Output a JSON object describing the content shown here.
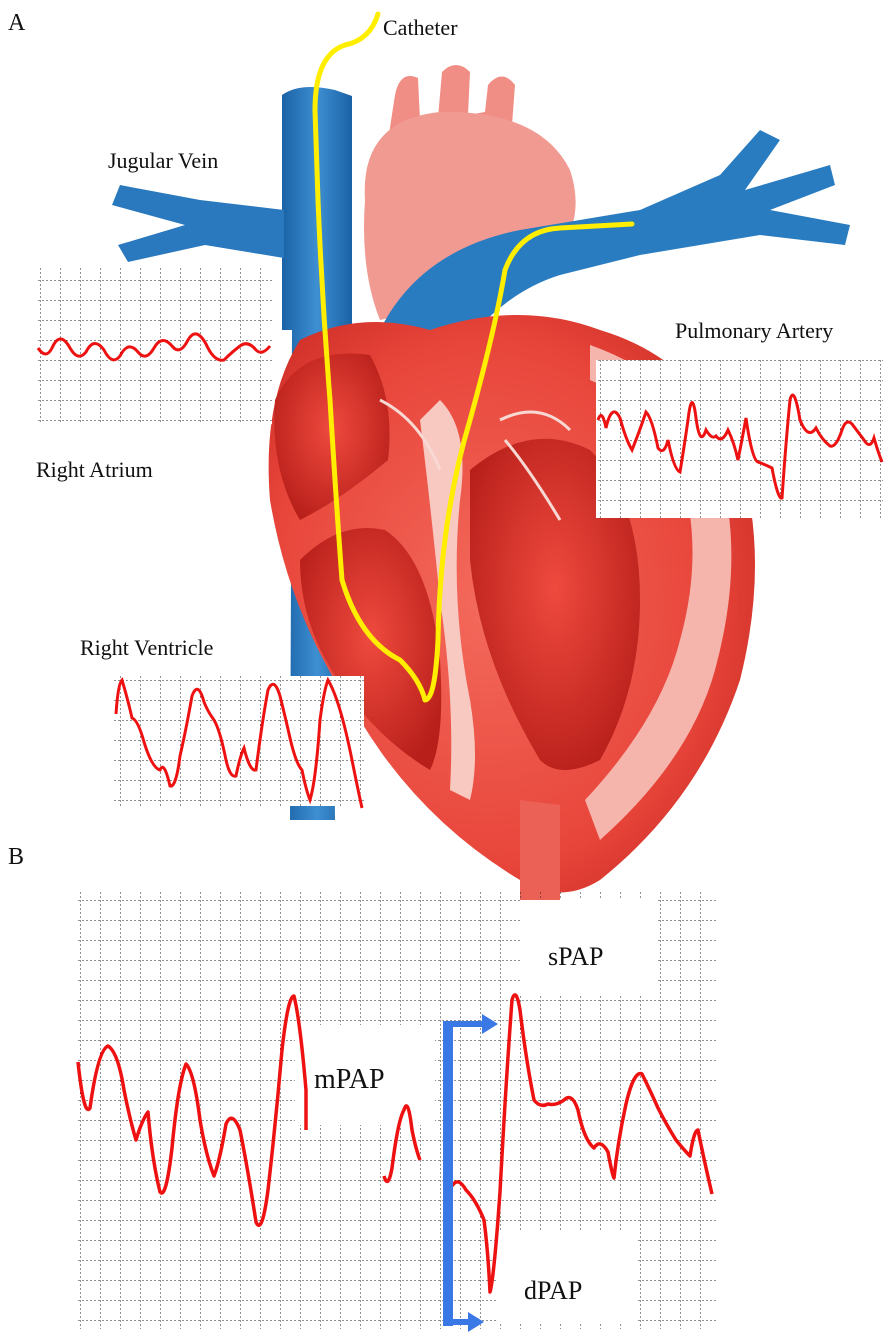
{
  "panels": {
    "a_label": "A",
    "b_label": "B"
  },
  "labels": {
    "catheter": "Catheter",
    "jugular_vein": "Jugular Vein",
    "pulmonary_artery": "Pulmonary Artery",
    "right_atrium": "Right Atrium",
    "right_ventricle": "Right Ventricle"
  },
  "annotations": {
    "spap": "sPAP",
    "mpap": "mPAP",
    "dpap": "dPAP"
  },
  "colors": {
    "vein_blue": "#1f6fb5",
    "vein_blue_light": "#4a9ad6",
    "heart_red": "#e8453a",
    "heart_dark": "#b81f1a",
    "heart_pink": "#f3a49b",
    "heart_light": "#f8c9c0",
    "catheter": "#ffee00",
    "waveform": "#ee1111",
    "arrow": "#3a78e6"
  },
  "icons": {
    "bracket": "bracket-arrow-icon"
  }
}
